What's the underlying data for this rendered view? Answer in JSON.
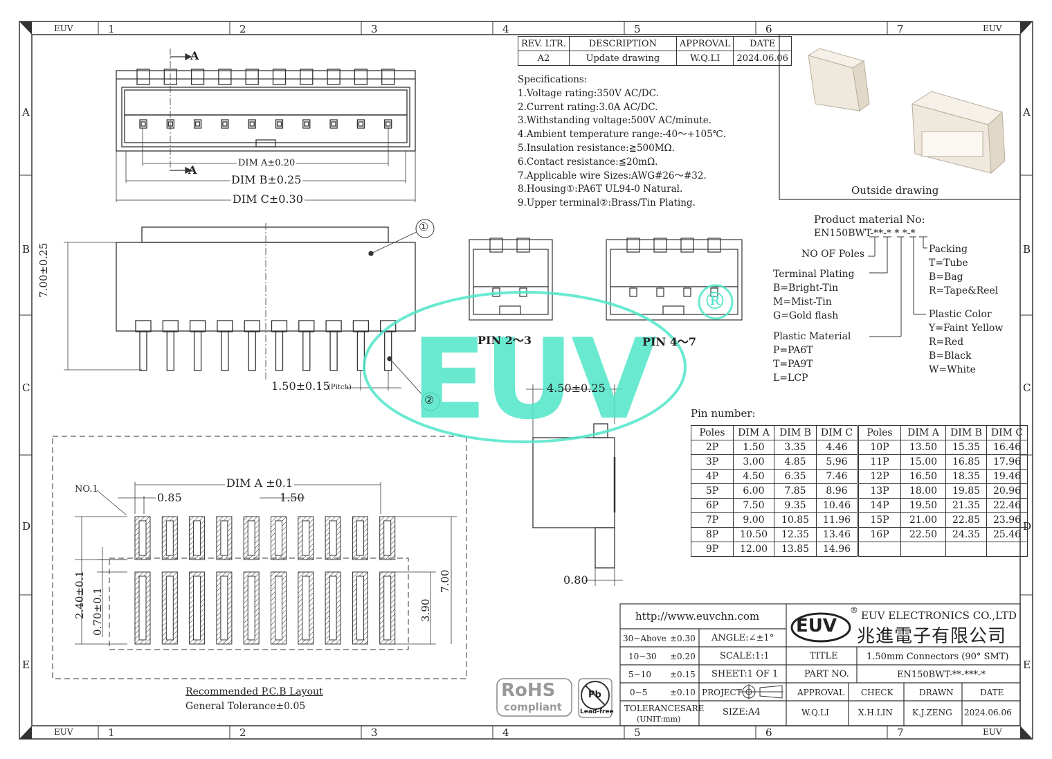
{
  "border": {
    "col_labels": [
      "1",
      "2",
      "3",
      "4",
      "5",
      "6",
      "7"
    ],
    "row_labels": [
      "A",
      "B",
      "C",
      "D",
      "E"
    ],
    "corner_logo": "EUV"
  },
  "revision": {
    "headers": [
      "REV. LTR.",
      "DESCRIPTION",
      "APPROVAL",
      "DATE"
    ],
    "row": [
      "A2",
      "Update drawing",
      "W.Q.LI",
      "2024.06.06"
    ]
  },
  "specs": [
    "Specifications:",
    "1.Voltage rating:350V AC/DC.",
    "2.Current rating:3.0A AC/DC.",
    "3.Withstanding voltage:500V AC/minute.",
    "4.Ambient temperature range:-40～+105℃.",
    "5.Insulation resistance:≧500MΩ.",
    "6.Contact resistance:≦20mΩ.",
    "7.Applicable wire Sizes:AWG#26～#32.",
    "8.Housing①:PA6T UL94-0 Natural.",
    "9.Upper terminal②:Brass/Tin Plating."
  ],
  "outside_drawing_label": "Outside drawing",
  "product_material": {
    "title": "Product material No:",
    "code": "EN150BWT-**-* * *-*",
    "poles_label": "NO OF Poles",
    "packing": [
      "Packing",
      "T=Tube",
      "B=Bag",
      "R=Tape&Reel"
    ],
    "terminal_plating": [
      "Terminal Plating",
      "B=Bright-Tin",
      "M=Mist-Tin",
      "G=Gold flash"
    ],
    "plastic_color": [
      "Plastic Color",
      "Y=Faint Yellow",
      "R=Red",
      "B=Black",
      "W=White"
    ],
    "plastic_material": [
      "Plastic Material",
      "P=PA6T",
      "T=PA9T",
      "L=LCP"
    ]
  },
  "top_view": {
    "section_mark": "A",
    "dim_a": "DIM A±0.20",
    "dim_b": "DIM B±0.25",
    "dim_c": "DIM C±0.30"
  },
  "front_view": {
    "height": "7.00±0.25",
    "pitch": "1.50±0.15",
    "pitch_note": "(Pitch)",
    "callout_1": "①",
    "callout_2": "②"
  },
  "pin_variants": [
    "PIN 2～3",
    "PIN 4～7"
  ],
  "side_view": {
    "depth": "4.50±0.25",
    "thickness": "0.80"
  },
  "pcb_layout": {
    "no1": "NO.1",
    "dim_a": "DIM A ±0.1",
    "pad_width": "0.85",
    "pitch": "1.50",
    "pad_small": "2.40±0.1",
    "gap": "0.70±0.1",
    "pad_large": "3.90",
    "total": "7.00",
    "caption": "Recommended P.C.B Layout",
    "tolerance": "General Tolerance±0.05"
  },
  "watermark": {
    "text": "EUV",
    "registered": "®"
  },
  "pin_table": {
    "title": "Pin number:",
    "headers": [
      "Poles",
      "DIM A",
      "DIM B",
      "DIM C"
    ],
    "left": [
      [
        "2P",
        "1.50",
        "3.35",
        "4.46"
      ],
      [
        "3P",
        "3.00",
        "4.85",
        "5.96"
      ],
      [
        "4P",
        "4.50",
        "6.35",
        "7.46"
      ],
      [
        "5P",
        "6.00",
        "7.85",
        "8.96"
      ],
      [
        "6P",
        "7.50",
        "9.35",
        "10.46"
      ],
      [
        "7P",
        "9.00",
        "10.85",
        "11.96"
      ],
      [
        "8P",
        "10.50",
        "12.35",
        "13.46"
      ],
      [
        "9P",
        "12.00",
        "13.85",
        "14.96"
      ]
    ],
    "right": [
      [
        "10P",
        "13.50",
        "15.35",
        "16.46"
      ],
      [
        "11P",
        "15.00",
        "16.85",
        "17.96"
      ],
      [
        "12P",
        "16.50",
        "18.35",
        "19.46"
      ],
      [
        "13P",
        "18.00",
        "19.85",
        "20.96"
      ],
      [
        "14P",
        "19.50",
        "21.35",
        "22.46"
      ],
      [
        "15P",
        "21.00",
        "22.85",
        "23.96"
      ],
      [
        "16P",
        "22.50",
        "24.35",
        "25.46"
      ],
      [
        "",
        "",
        "",
        ""
      ]
    ]
  },
  "title_block": {
    "url": "http://www.euvchn.com",
    "logo": "EUV",
    "company_en": "EUV ELECTRONICS CO.,LTD",
    "company_cn": "兆進電子有限公司",
    "registered": "®",
    "tol_rows": [
      [
        "30~Above",
        "±0.30"
      ],
      [
        "10~30",
        "±0.20"
      ],
      [
        "5~10",
        "±0.15"
      ],
      [
        "0~5",
        "±0.10"
      ]
    ],
    "tolerances_label": "TOLERANCESARE",
    "unit": "(UNIT:mm)",
    "angle": "ANGLE:∠±1°",
    "scale": "SCALE:1:1",
    "sheet": "SHEET:1 OF 1",
    "project": "PROJECT",
    "size": "SIZE:A4",
    "title_label": "TITLE",
    "title_value": "1.50mm Connectors (90° SMT)",
    "part_label": "PART NO.",
    "part_value": "EN150BWT-**-***-*",
    "approval": "APPROVAL",
    "check": "CHECK",
    "drawn": "DRAWN",
    "date": "DATE",
    "approval_name": "W.Q.LI",
    "check_name": "X.H.LIN",
    "drawn_name": "K.J.ZENG",
    "date_value": "2024.06.06"
  },
  "badges": {
    "rohs": "RoHS",
    "compliant": "compliant",
    "pb": "Pb",
    "leadfree": "Lead-free"
  }
}
